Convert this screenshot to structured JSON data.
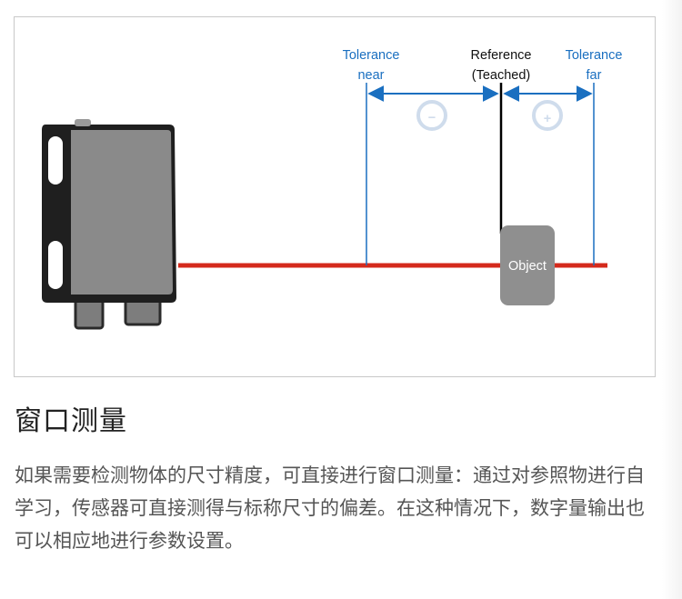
{
  "diagram": {
    "labels": {
      "tolerance_near_line1": "Tolerance",
      "tolerance_near_line2": "near",
      "reference_line1": "Reference",
      "reference_line2": "(Teached)",
      "tolerance_far_line1": "Tolerance",
      "tolerance_far_line2": "far",
      "object": "Object"
    },
    "symbols": {
      "minus": "−",
      "plus": "+"
    },
    "colors": {
      "accent_blue": "#1a6fc0",
      "beam_red": "#d42a1c",
      "sensor_body": "#8a8a8a",
      "object_gray": "#8f8f8f",
      "symbol_circle": "#cfdcec"
    }
  },
  "section": {
    "title": "窗口测量",
    "description": "如果需要检测物体的尺寸精度，可直接进行窗口测量：通过对参照物进行自学习，传感器可直接测得与标称尺寸的偏差。在这种情况下，数字量输出也可以相应地进行参数设置。"
  }
}
